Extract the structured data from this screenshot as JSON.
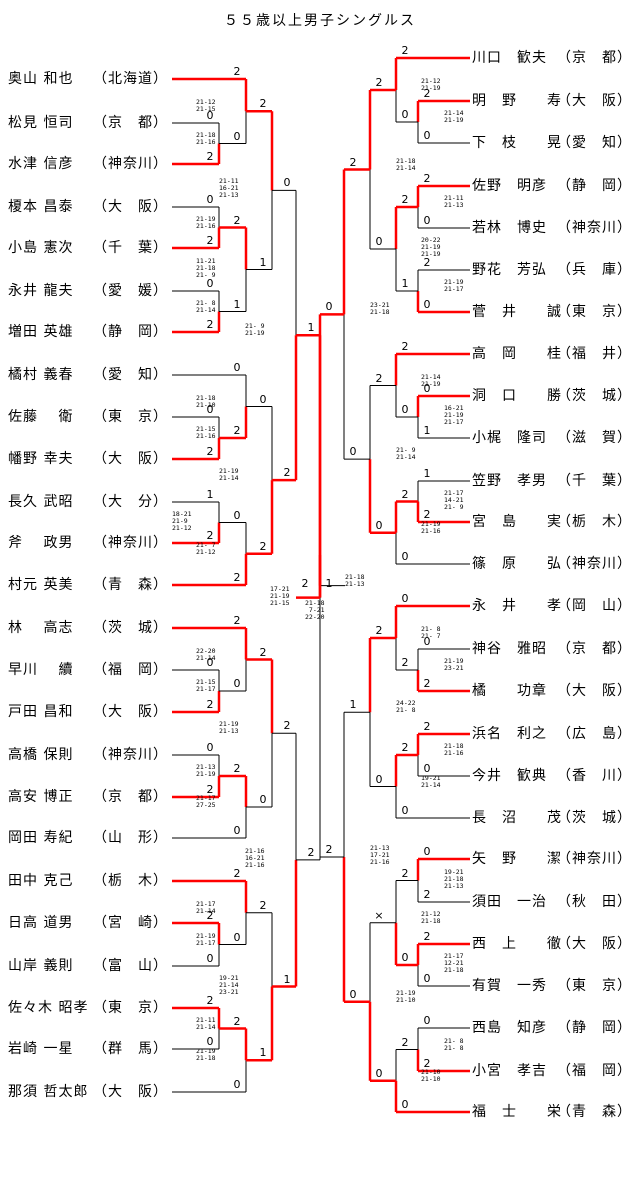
{
  "title": "５５歳以上男子シングルス",
  "colors": {
    "winner": "#ff0000",
    "line": "#000000"
  },
  "left_players": [
    {
      "name": "奥山 和也",
      "pref": "（北海道）"
    },
    {
      "name": "松見 恒司",
      "pref": "（京　都）"
    },
    {
      "name": "水津 信彦",
      "pref": "（神奈川）"
    },
    {
      "name": "榎本 昌泰",
      "pref": "（大　阪）"
    },
    {
      "name": "小島 憲次",
      "pref": "（千　葉）"
    },
    {
      "name": "永井 龍夫",
      "pref": "（愛　媛）"
    },
    {
      "name": "増田 英雄",
      "pref": "（静　岡）"
    },
    {
      "name": "橘村 義春",
      "pref": "（愛　知）"
    },
    {
      "name": "佐藤　 衛",
      "pref": "（東　京）"
    },
    {
      "name": "幡野 幸夫",
      "pref": "（大　阪）"
    },
    {
      "name": "長久 武昭",
      "pref": "（大　分）"
    },
    {
      "name": "斧　 政男",
      "pref": "（神奈川）"
    },
    {
      "name": "村元 英美",
      "pref": "（青　森）"
    },
    {
      "name": "林　 高志",
      "pref": "（茨　城）"
    },
    {
      "name": "早川　 續",
      "pref": "（福　岡）"
    },
    {
      "name": "戸田 昌和",
      "pref": "（大　阪）"
    },
    {
      "name": "高橋 保則",
      "pref": "（神奈川）"
    },
    {
      "name": "高安 博正",
      "pref": "（京　都）"
    },
    {
      "name": "岡田 寿紀",
      "pref": "（山　形）"
    },
    {
      "name": "田中 克己",
      "pref": "（栃　木）"
    },
    {
      "name": "日高 道男",
      "pref": "（宮　崎）"
    },
    {
      "name": "山岸 義則",
      "pref": "（富　山）"
    },
    {
      "name": "佐々木 昭孝",
      "pref": "（東　京）"
    },
    {
      "name": "岩崎 一星",
      "pref": "（群　馬）"
    },
    {
      "name": "那須 哲太郎",
      "pref": "（大　阪）"
    }
  ],
  "right_players": [
    {
      "name": "川口　歓夫",
      "pref": "（京　都）"
    },
    {
      "name": "明　野　　寿",
      "pref": "（大　阪）"
    },
    {
      "name": "下　枝　　晃",
      "pref": "（愛　知）"
    },
    {
      "name": "佐野　明彦",
      "pref": "（静　岡）"
    },
    {
      "name": "若林　博史",
      "pref": "（神奈川）"
    },
    {
      "name": "野花　芳弘",
      "pref": "（兵　庫）"
    },
    {
      "name": "菅　井　　誠",
      "pref": "（東　京）"
    },
    {
      "name": "高　岡　　桂",
      "pref": "（福　井）"
    },
    {
      "name": "洞　口　　勝",
      "pref": "（茨　城）"
    },
    {
      "name": "小梶　隆司",
      "pref": "（滋　賀）"
    },
    {
      "name": "笠野　孝男",
      "pref": "（千　葉）"
    },
    {
      "name": "宮　島　　実",
      "pref": "（栃　木）"
    },
    {
      "name": "篠　原　　弘",
      "pref": "（神奈川）"
    },
    {
      "name": "永　井　　孝",
      "pref": "（岡　山）"
    },
    {
      "name": "神谷　雅昭",
      "pref": "（京　都）"
    },
    {
      "name": "橘　　功章",
      "pref": "（大　阪）"
    },
    {
      "name": "浜名　利之",
      "pref": "（広　島）"
    },
    {
      "name": "今井　歓典",
      "pref": "（香　川）"
    },
    {
      "name": "長　沼　　茂",
      "pref": "（茨　城）"
    },
    {
      "name": "矢　野　　潔",
      "pref": "（神奈川）"
    },
    {
      "name": "須田　一治",
      "pref": "（秋　田）"
    },
    {
      "name": "西　上　　徹",
      "pref": "（大　阪）"
    },
    {
      "name": "有賀　一秀",
      "pref": "（東　京）"
    },
    {
      "name": "西島　知彦",
      "pref": "（静　岡）"
    },
    {
      "name": "小宮　孝吉",
      "pref": "（福　岡）"
    },
    {
      "name": "福　士　　栄",
      "pref": "（青　森）"
    }
  ],
  "left_matches": [
    {
      "a": "2",
      "b": "0",
      "score": "21-12\n21-15"
    },
    {
      "a": "0",
      "b": "2",
      "score": "21-18\n21-16"
    },
    {
      "a": "0",
      "b": "2",
      "score": "21-19\n21-16"
    },
    {
      "a": "2",
      "b": "1",
      "score": "11-21\n21-18\n21- 9"
    },
    {
      "a": "0",
      "b": "2",
      "score": "21- 8\n21-14"
    },
    {
      "a": "2",
      "b": "1",
      "score": "21-11\n16-21\n21-13"
    },
    {
      "a": "0",
      "b": "2",
      "score": "21-18\n21-10"
    },
    {
      "a": "0",
      "b": "2",
      "score": "21-15\n21-16"
    },
    {
      "a": "0",
      "b": "2",
      "score": "21-19\n21-14"
    },
    {
      "a": "1",
      "b": "2",
      "score": "18-21\n21-9\n21-12"
    },
    {
      "a": "0",
      "b": "2",
      "score": "21- 7\n21-12"
    },
    {
      "a": "0",
      "b": "2",
      "score": "21- 9\n21-19"
    },
    {
      "a": "2",
      "b": "0",
      "score": "22-20\n21-14"
    },
    {
      "a": "0",
      "b": "2",
      "score": "21-15\n21-17"
    },
    {
      "a": "2",
      "b": "0",
      "score": "21-19\n21-13"
    },
    {
      "a": "0",
      "b": "2",
      "score": "21-13\n21-19"
    },
    {
      "a": "2",
      "b": "0",
      "score": "21-17\n27-25"
    },
    {
      "a": "2",
      "b": "0",
      "score": "21-17\n21-14"
    },
    {
      "a": "2",
      "b": "0",
      "score": "21-19\n21-17"
    },
    {
      "a": "2",
      "b": "0",
      "score": "21-11\n21-14"
    },
    {
      "a": "2",
      "b": "0",
      "score": "21-19\n21-18"
    },
    {
      "a": "2",
      "b": "1",
      "score": "19-21\n21-14\n23-21"
    },
    {
      "a": "2",
      "b": "1",
      "score": "21-16\n16-21\n21-16"
    },
    {
      "a": "1",
      "b": "2",
      "score": "17-21\n21-19\n21-15"
    }
  ],
  "right_matches": [
    {
      "a": "2",
      "b": "0",
      "score": "21-12\n21-19"
    },
    {
      "a": "2",
      "b": "0",
      "score": "21-14\n21-19"
    },
    {
      "a": "2",
      "b": "0",
      "score": "21-18\n21-14"
    },
    {
      "a": "2",
      "b": "0",
      "score": "21-11\n21-13"
    },
    {
      "a": "2",
      "b": "1",
      "score": "20-22\n21-19\n21-19"
    },
    {
      "a": "2",
      "b": "0",
      "score": "21-19\n21-17"
    },
    {
      "a": "2",
      "b": "0",
      "score": "23-21\n21-18"
    },
    {
      "a": "2",
      "b": "0",
      "score": "21-14\n21-19"
    },
    {
      "a": "0",
      "b": "1",
      "score": "16-21\n21-19\n21-17"
    },
    {
      "a": "1",
      "b": "2",
      "score": "21-17\n14-21\n21- 9"
    },
    {
      "a": "2",
      "b": "0",
      "score": "21-19\n21-16"
    },
    {
      "a": "2",
      "b": "0",
      "score": "21- 9\n21-14"
    },
    {
      "a": "0",
      "b": "2",
      "score": "21- 8\n21- 7"
    },
    {
      "a": "0",
      "b": "2",
      "score": "21-19\n23-21"
    },
    {
      "a": "2",
      "b": "0",
      "score": "24-22\n21- 8"
    },
    {
      "a": "2",
      "b": "0",
      "score": "21-18\n21-16"
    },
    {
      "a": "2",
      "b": "0",
      "score": "19-21\n21-14"
    },
    {
      "a": "1",
      "b": "0",
      "score": "21-13\n17-21\n21-16"
    },
    {
      "a": "0",
      "b": "2",
      "score": "19-21\n21-18\n21-13"
    },
    {
      "a": "2",
      "b": "0",
      "score": "21-12\n21-18"
    },
    {
      "a": "2",
      "b": "0",
      "score": "21-17\n12-21\n21-18"
    },
    {
      "a": "×",
      "b": "0",
      "score": "21-19\n21-10"
    },
    {
      "a": "0",
      "b": "2",
      "score": "21- 8\n21- 8"
    },
    {
      "a": "2",
      "b": "0",
      "score": "21-10\n21-10"
    },
    {
      "a": "0",
      "b": "2",
      "score": "21-18\n21-13"
    }
  ],
  "final": {
    "left": "2",
    "right": "1",
    "score": "21-18\n 7-21\n22-20"
  }
}
